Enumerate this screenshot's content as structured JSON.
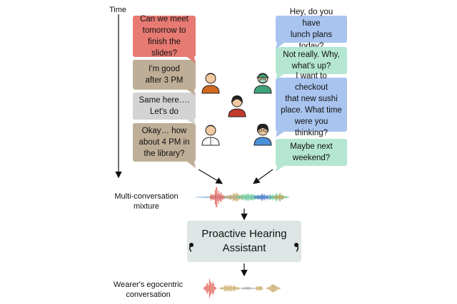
{
  "time_label": "Time",
  "left_messages": [
    {
      "text": "Can we meet\ntomorrow to\nfinish the slides?",
      "color": "#e77a72"
    },
    {
      "text": "I'm good\nafter 3 PM",
      "color": "#bfae97"
    },
    {
      "text": "Same here….\nLet's do",
      "color": "#d3d3d3"
    },
    {
      "text": "Okay… how\nabout 4 PM in\nthe library?",
      "color": "#bfae97"
    }
  ],
  "right_messages": [
    {
      "text": "Hey, do you have\nlunch plans today?",
      "color": "#a9c4ee"
    },
    {
      "text": "Not really. Why,\nwhat's up?",
      "color": "#b5e6d1"
    },
    {
      "text": "I want to checkout\nthat new sushi\nplace. What time\nwere you thinking?",
      "color": "#a9c4ee"
    },
    {
      "text": "Maybe next\nweekend?",
      "color": "#b5e6d1"
    }
  ],
  "mixture_label": "Multi-conversation\nmixture",
  "assistant_label": "Proactive Hearing\nAssistant",
  "output_label": "Wearer's egocentric\nconversation",
  "icons": [
    "person-orange-shirt-icon",
    "person-green-scrubs-icon",
    "person-red-center-icon",
    "person-white-coat-icon",
    "person-blue-glasses-icon",
    "earbud-left-icon",
    "earbud-right-icon"
  ]
}
